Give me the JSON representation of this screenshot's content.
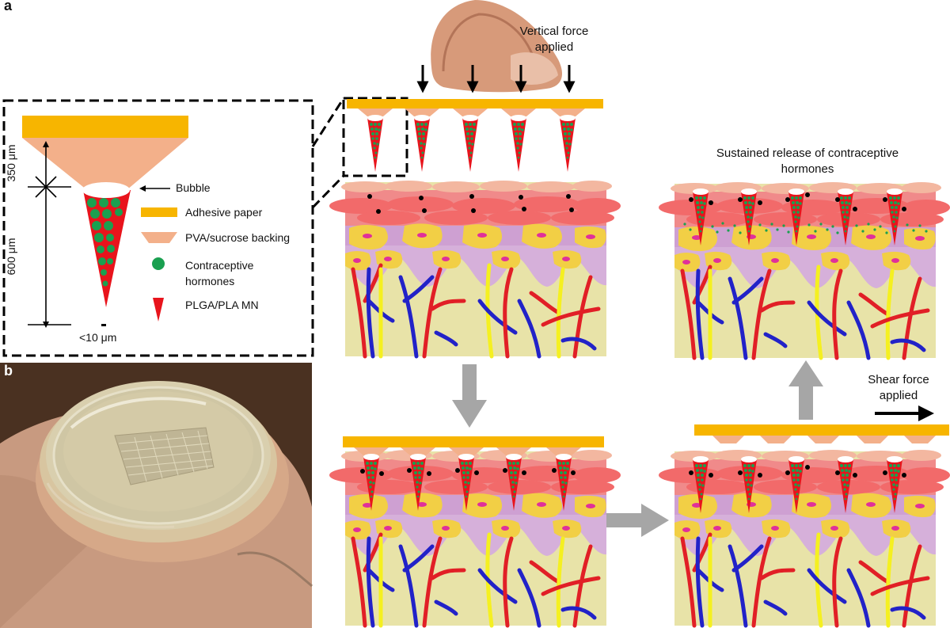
{
  "panel_a": {
    "letter": "a",
    "inset": {
      "dim_top": "350 μm",
      "dim_bottom": "600 μm",
      "tip": "<10 μm",
      "bubble_label": "Bubble",
      "legend": [
        {
          "label": "Adhesive paper",
          "color": "#f7b500"
        },
        {
          "label": "PVA/sucrose backing",
          "color": "#f3b08a"
        },
        {
          "label": "Contraceptive\nhormones",
          "color": "#1aa050"
        },
        {
          "label": "PLGA/PLA MN",
          "color": "#e8141c"
        }
      ]
    },
    "vertical_force": "Vertical force\napplied",
    "shear_force": "Shear force\napplied",
    "sustained_release": "Sustained release of contraceptive\nhormones"
  },
  "panel_b": {
    "letter": "b",
    "photo": "microneedle patch on fingertip"
  },
  "colors": {
    "adhesive": "#f7b500",
    "backing": "#f3b08a",
    "needle": "#e8141c",
    "hormone": "#1aa050",
    "epidermis_top": "#f3b7a0",
    "epidermis_red": "#f26a6a",
    "dermis_purple": "#c9a0d0",
    "cell_yellow": "#f2cf45",
    "nucleus": "#e0309a",
    "subcutis": "#e8e3a8",
    "vessel_red": "#e11f26",
    "vessel_blue": "#2222c8",
    "nerve_yellow": "#f5f020",
    "arrow_gray": "#a6a6a6"
  }
}
